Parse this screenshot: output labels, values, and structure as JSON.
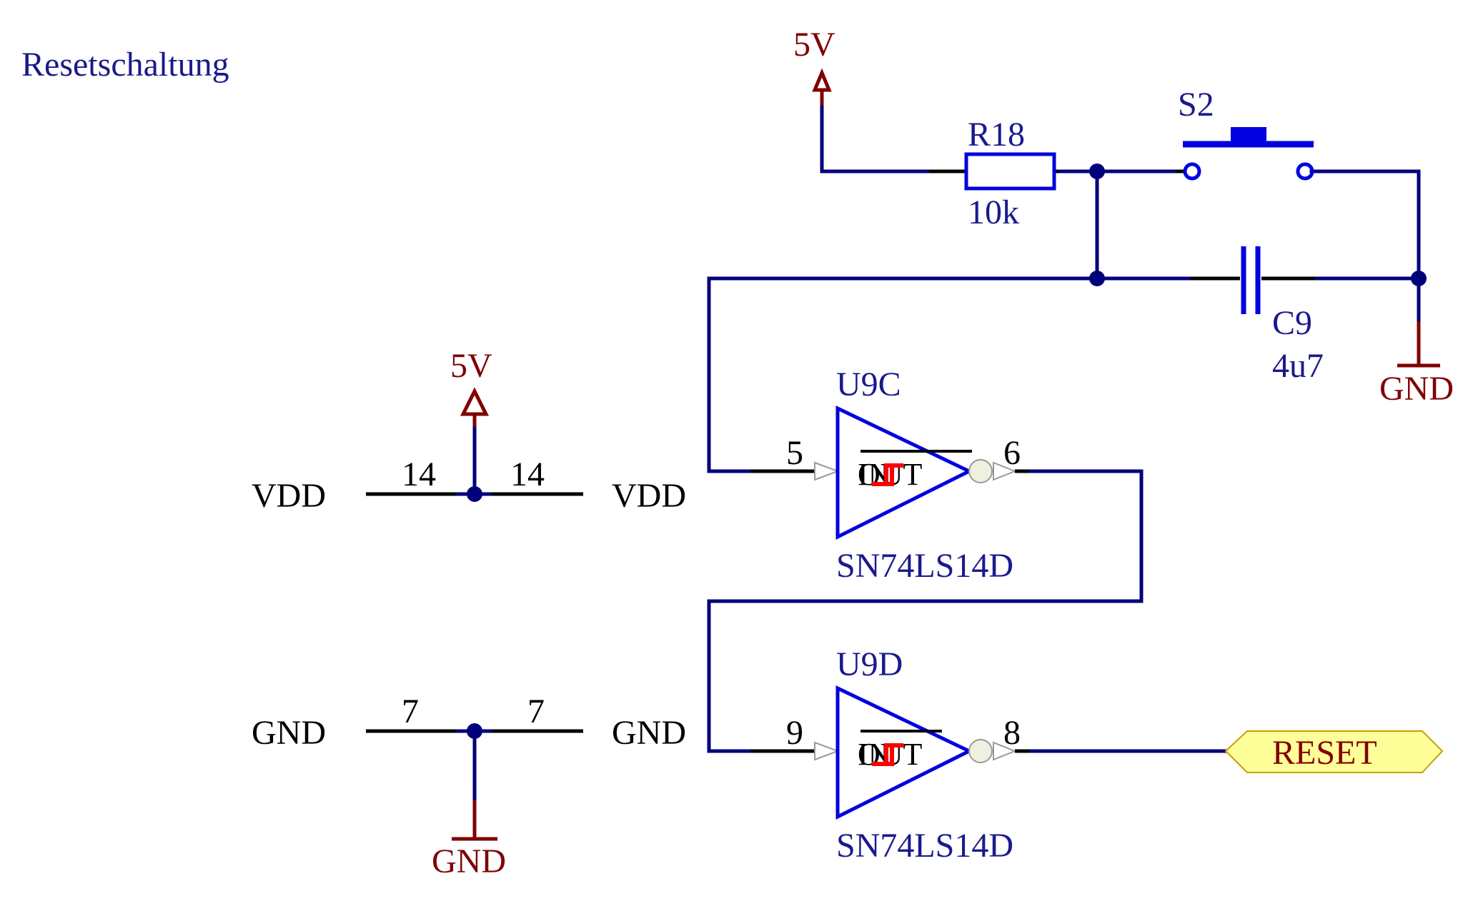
{
  "title": "Resetschaltung",
  "power": {
    "top_5v": "5V",
    "left_5v": "5V",
    "gnd_right": "GND",
    "gnd_left": "GND"
  },
  "resistor": {
    "ref": "R18",
    "value": "10k"
  },
  "switch": {
    "ref": "S2"
  },
  "capacitor": {
    "ref": "C9",
    "value": "4u7"
  },
  "supply_pins": {
    "vdd_left": "VDD",
    "vdd_right": "VDD",
    "vdd_pin_left": "14",
    "vdd_pin_right": "14",
    "gnd_left": "GND",
    "gnd_right": "GND",
    "gnd_pin_left": "7",
    "gnd_pin_right": "7"
  },
  "gates": [
    {
      "ref": "U9C",
      "part": "SN74LS14D",
      "pin_in": "5",
      "pin_out": "6",
      "in_name": "IN",
      "out_name": "OUT"
    },
    {
      "ref": "U9D",
      "part": "SN74LS14D",
      "pin_in": "9",
      "pin_out": "8",
      "in_name": "IN",
      "out_name": "OUT"
    }
  ],
  "net_label": "RESET",
  "colors": {
    "wire": "#00007a",
    "component": "#0000e0",
    "power": "#800000",
    "label_fill": "#ffff99",
    "schmitt": "#ff0000"
  }
}
